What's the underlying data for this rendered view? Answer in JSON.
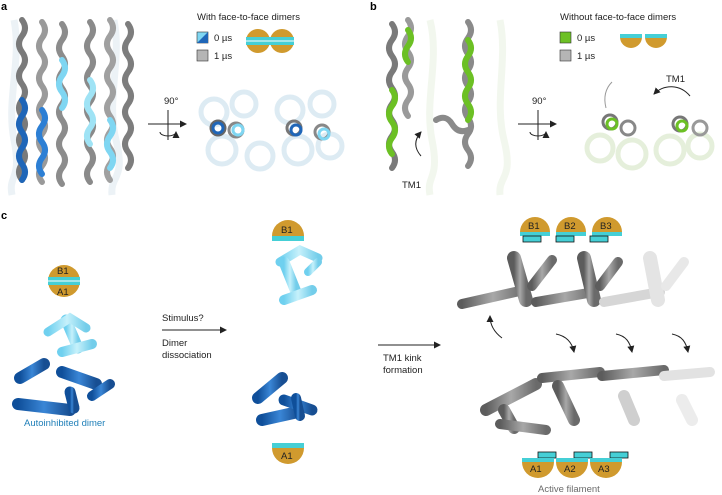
{
  "panel_a": {
    "label": "a",
    "title": "With face-to-face dimers",
    "legend": [
      {
        "label": "0 µs",
        "color": "#1a6fc0"
      },
      {
        "label": "1 µs",
        "color": "#b5b5b5"
      }
    ],
    "rotation": "90°"
  },
  "panel_b": {
    "label": "b",
    "title": "Without face-to-face dimers",
    "legend": [
      {
        "label": "0 µs",
        "color": "#6cc024"
      },
      {
        "label": "1 µs",
        "color": "#b5b5b5"
      }
    ],
    "rotation": "90°",
    "tm1_side": "TM1",
    "tm1_top": "TM1"
  },
  "panel_c": {
    "label": "c",
    "dimer_top": "B1",
    "dimer_bottom": "A1",
    "caption_autoinhibited": "Autoinhibited dimer",
    "step1_line1": "Stimulus?",
    "step1_line2": "Dimer",
    "step1_line3": "dissociation",
    "monomer_top": "B1",
    "monomer_bottom": "A1",
    "step2_line1": "TM1 kink",
    "step2_line2": "formation",
    "filament_top": [
      "B1",
      "B2",
      "B3"
    ],
    "filament_bottom": [
      "A1",
      "A2",
      "A3"
    ],
    "caption_filament": "Active filament"
  },
  "colors": {
    "gold": "#d09a2e",
    "cyan": "#45cfd6",
    "blue": "#1f66b8",
    "light_blue": "#7fd6f2",
    "green": "#6cc024",
    "grey": "#8a8a8a"
  }
}
